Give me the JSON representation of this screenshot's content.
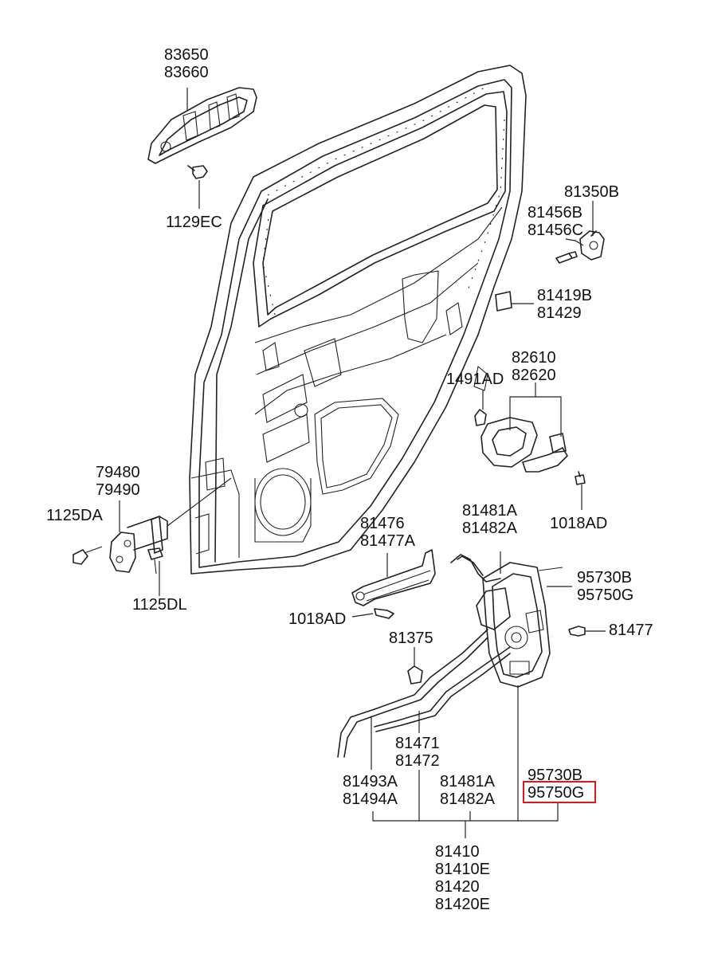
{
  "labels": {
    "c83650": "83650",
    "c83660": "83660",
    "c1129EC": "1129EC",
    "c81350B": "81350B",
    "c81456B": "81456B",
    "c81456C": "81456C",
    "c81419B": "81419B",
    "c81429": "81429",
    "c82610": "82610",
    "c82620": "82620",
    "c1491AD": "1491AD",
    "c1018AD_r": "1018AD",
    "c79480": "79480",
    "c79490": "79490",
    "c1125DA": "1125DA",
    "c1125DL": "1125DL",
    "c81476": "81476",
    "c81477A": "81477A",
    "c81481A_t": "81481A",
    "c81482A_t": "81482A",
    "c95730B_t": "95730B",
    "c95750G_t": "95750G",
    "c1018AD_l": "1018AD",
    "c81375": "81375",
    "c81477": "81477",
    "c81471": "81471",
    "c81472": "81472",
    "c81493A": "81493A",
    "c81494A": "81494A",
    "c81481A_b": "81481A",
    "c81482A_b": "81482A",
    "c95730B_b": "95730B",
    "c95750G_b": "95750G",
    "c81410": "81410",
    "c81410E": "81410E",
    "c81420": "81420",
    "c81420E": "81420E"
  },
  "highlight": {
    "label": "95750G",
    "color": "#e0161b"
  }
}
